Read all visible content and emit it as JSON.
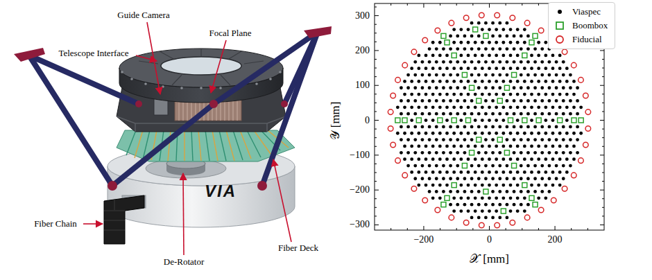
{
  "diagram": {
    "labels": [
      "Guide Camera",
      "Focal Plane",
      "Telescope Interface",
      "Fiber Chain",
      "De-Rotator",
      "Fiber Deck",
      "VIA",
      "300",
      "200",
      "100",
      "0",
      "−100",
      "−200",
      "−300",
      "−200",
      "0",
      "200",
      "𝒳 [mm]",
      "𝒴 [mm]"
    ],
    "legend": [
      {
        "text": "Viaspec"
      },
      {
        "text": "Boombox"
      },
      {
        "text": "Fiducial"
      }
    ]
  }
}
